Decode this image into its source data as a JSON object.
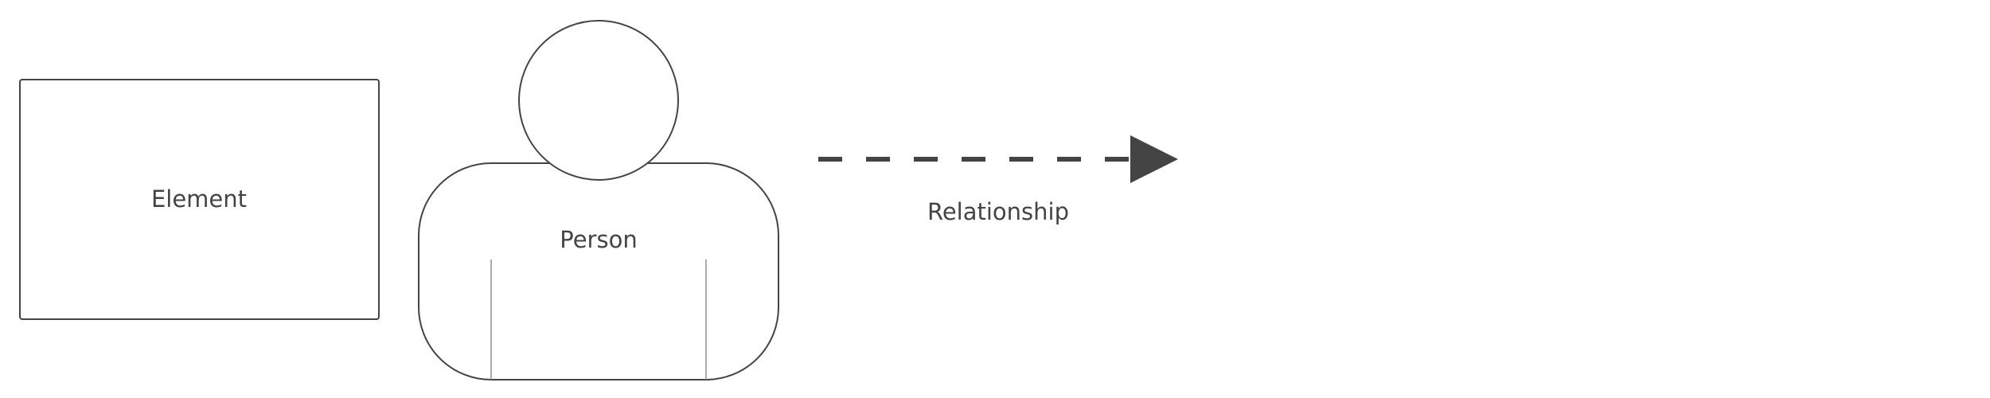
{
  "diagram": {
    "element": {
      "label": "Element"
    },
    "person": {
      "label": "Person"
    },
    "relationship": {
      "label": "Relationship",
      "line_style": "dashed",
      "arrow_color": "#444444"
    },
    "colors": {
      "stroke": "#444444",
      "text": "#444444",
      "background": "#ffffff"
    }
  }
}
